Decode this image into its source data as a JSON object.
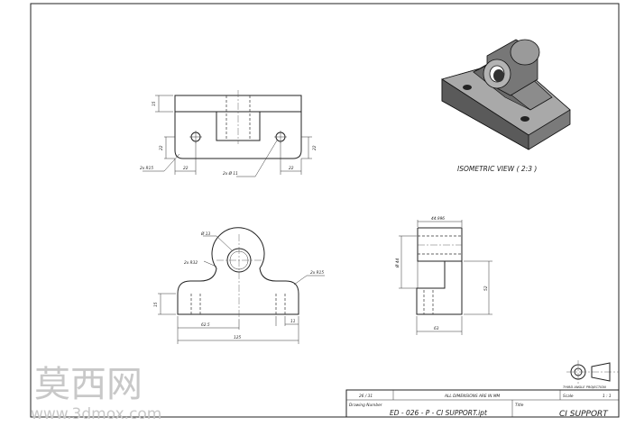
{
  "title_block": {
    "sheet": "26 / 31",
    "note": "ALL DIMENSIONS ARE IN MM",
    "scale_label": "Scale",
    "scale_value": "1 : 1",
    "drawing_number_label": "Drawing Number",
    "drawing_number": "ED - 026 - P - CI SUPPORT.ipt",
    "title_label": "Title",
    "title": "CI SUPPORT",
    "projection_label": "THIRD ANGLE PROJECTION"
  },
  "isometric_view": {
    "label": "ISOMETRIC VIEW ( 2:3 )"
  },
  "top_view": {
    "dims": {
      "height_left": "15",
      "hole_dy_left": "22",
      "hole_dy_right": "22",
      "edge_left": "22",
      "edge_right": "22",
      "radius_callout": "2x R15",
      "hole_callout": "2x Ø 11"
    }
  },
  "front_view": {
    "dims": {
      "bore": "Ø 13",
      "boss_radius": "2x R32",
      "corner_radius": "2x R15",
      "base_height": "15",
      "center_offset": "62.5",
      "slot_width": "11",
      "total_length": "125"
    }
  },
  "side_view": {
    "dims": {
      "top_width": "44.996",
      "boss_dia": "Ø 44",
      "height": "52",
      "base_width": "63"
    }
  },
  "watermark": {
    "chinese": "莫西网",
    "url": "www.3dmox.com"
  }
}
